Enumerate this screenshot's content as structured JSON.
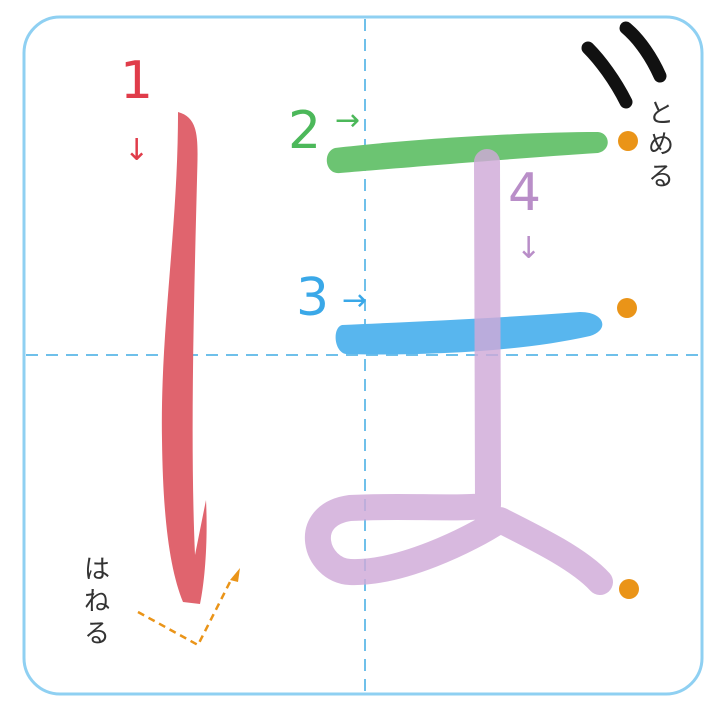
{
  "colors": {
    "frame": "#8fd0f2",
    "guide": "#6fc0ea",
    "stroke1": "#e0646e",
    "stroke2": "#6cc472",
    "stroke3": "#58b6ee",
    "stroke4": "#cfa9d8",
    "label1": "#e03c4a",
    "label2": "#4cb85a",
    "label3": "#3aa8e8",
    "label4": "#b98ec8",
    "dot": "#ea9418",
    "scribble": "#111111"
  },
  "strokes": [
    {
      "number": "1",
      "arrow": "↓"
    },
    {
      "number": "2",
      "arrow": "→"
    },
    {
      "number": "3",
      "arrow": "→"
    },
    {
      "number": "4",
      "arrow": "↓"
    }
  ],
  "labels": {
    "tomeru": [
      "と",
      "め",
      "る"
    ],
    "haneru": [
      "は",
      "ね",
      "る"
    ]
  }
}
